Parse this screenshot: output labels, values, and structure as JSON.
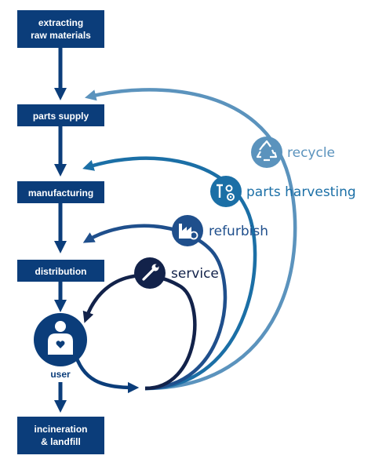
{
  "colors": {
    "box": "#0b3d7a",
    "flow_arrow": "#0b3d7a",
    "recycle": "#5b93bd",
    "parts_harvesting": "#1b6fa6",
    "refurbish": "#1f4f8c",
    "service": "#12224a"
  },
  "stages": {
    "extracting": [
      "extracting",
      "raw materials"
    ],
    "parts_supply": "parts supply",
    "manufacturing": "manufacturing",
    "distribution": "distribution",
    "incineration": [
      "incineration",
      "& landfill"
    ]
  },
  "user": {
    "label": "user",
    "icon": "person-with-heart-icon"
  },
  "loops": {
    "recycle": {
      "label": "recycle",
      "icon": "recycle-icon"
    },
    "parts_harvesting": {
      "label": "parts harvesting",
      "icon": "gears-tools-icon"
    },
    "refurbish": {
      "label": "refurbish",
      "icon": "factory-refresh-icon"
    },
    "service": {
      "label": "service",
      "icon": "wrench-icon"
    }
  }
}
